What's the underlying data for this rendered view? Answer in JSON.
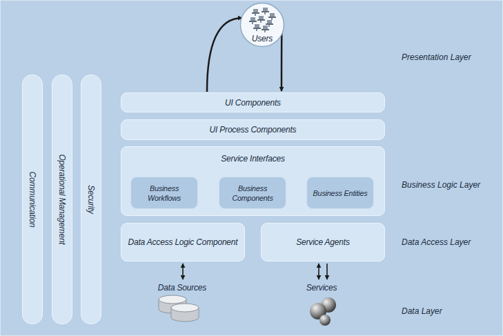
{
  "diagram": {
    "nodes": [
      {
        "text": [
          "Users"
        ]
      },
      {
        "text": [
          "UI Components"
        ]
      },
      {
        "text": [
          "UI Process Components"
        ]
      },
      {
        "text": [
          "Service Interfaces"
        ]
      },
      {
        "text": [
          "Business Workflows"
        ],
        "in": 3
      },
      {
        "text": [
          "Business Components"
        ],
        "in": 3
      },
      {
        "text": [
          "Business Entities"
        ],
        "in": 3
      },
      {
        "text": [
          "Data Access Logic Component"
        ]
      },
      {
        "text": [
          "Service Agents"
        ]
      },
      {
        "text": [
          "Data Sources"
        ]
      },
      {
        "text": [
          "Services"
        ]
      },
      {
        "text": [
          "Communication"
        ]
      },
      {
        "text": [
          "Operational Management"
        ]
      },
      {
        "text": [
          "Security"
        ]
      }
    ],
    "edges": [
      {
        "from": 1,
        "to": 0,
        "arrow": "to"
      },
      {
        "from": 0,
        "to": 1,
        "arrow": "to"
      },
      {
        "from": 7,
        "to": 9,
        "arrow": "both"
      },
      {
        "from": 8,
        "to": 10,
        "arrow": "both"
      },
      {
        "from": 8,
        "to": 10,
        "arrow": "to"
      }
    ],
    "labels": [
      "Presentation Layer",
      "Business Logic Layer",
      "Data Access Layer",
      "Data Layer"
    ]
  }
}
